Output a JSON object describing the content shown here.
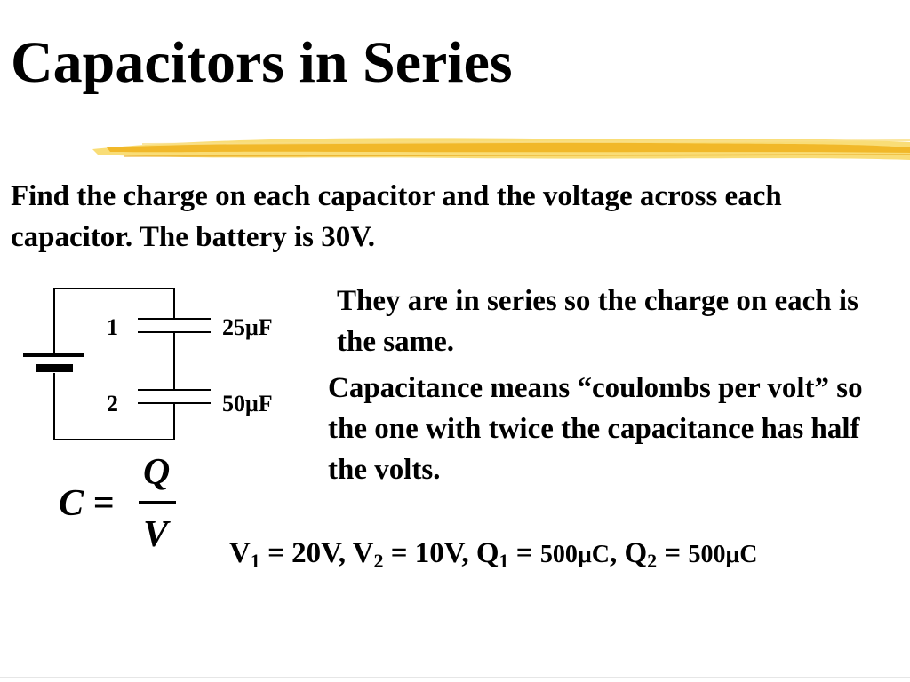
{
  "slide": {
    "title": "Capacitors in Series",
    "accent_color": "#f4c430",
    "problem": "Find the charge on each capacitor and the voltage across each capacitor.  The battery is 30V.",
    "explanation_1": "They are in series so the charge on each is the same.",
    "explanation_2": "Capacitance means “coulombs per volt” so the one with twice the capacitance has half the volts."
  },
  "circuit": {
    "capacitors": [
      {
        "number": "1",
        "value": "25μF"
      },
      {
        "number": "2",
        "value": "50μF"
      }
    ]
  },
  "formula": {
    "lhs": "C =",
    "numerator": "Q",
    "denominator": "V"
  },
  "answer": {
    "v1_sym": "V",
    "v1_sub": "1",
    "v1_val": " = 20V, ",
    "v2_sym": "V",
    "v2_sub": "2",
    "v2_val": " = 10V, ",
    "q1_sym": "Q",
    "q1_sub": "1",
    "q1_eq": " = ",
    "q1_val": "500μC",
    "sep": ", ",
    "q2_sym": "Q",
    "q2_sub": "2",
    "q2_eq": " = ",
    "q2_val": "500μC"
  }
}
